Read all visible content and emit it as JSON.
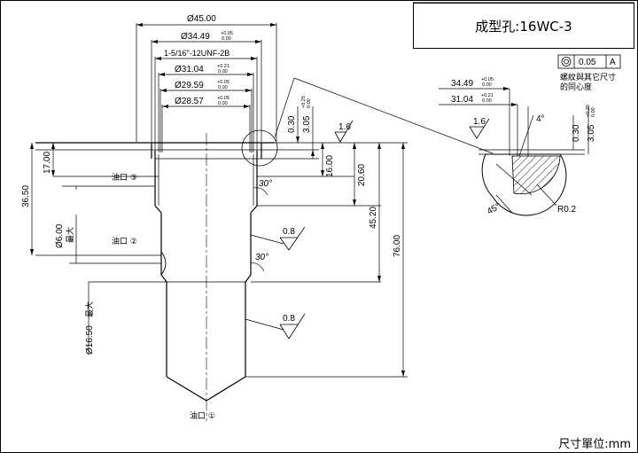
{
  "title_block": {
    "hole_label": "成型孔:16WC-3",
    "units_label": "尺寸單位:mm"
  },
  "dimensions": {
    "d_45_00": "Ø45.00",
    "d_34_49": {
      "value": "Ø34.49",
      "upper": "+0.05",
      "lower": "0.00"
    },
    "thread": "1-5/16\"-12UNF-2B",
    "d_31_04": {
      "value": "Ø31.04",
      "upper": "+0.21",
      "lower": "0.00"
    },
    "d_29_59": {
      "value": "Ø29.59",
      "upper": "+0.05",
      "lower": "0.00"
    },
    "d_28_57": {
      "value": "Ø28.57",
      "upper": "+0.05",
      "lower": "0.00"
    },
    "v_0_30": "0.30",
    "v_3_05": {
      "value": "3.05",
      "upper": "+0.25",
      "lower": "0.00"
    },
    "v_17_00": "17.00",
    "v_36_50": "36.50",
    "v_16_00": "16.00",
    "v_20_60": "20.60",
    "v_45_20": "45.20",
    "v_76_00": "76.00",
    "d_6_00": "Ø6.00",
    "d_6_00_note": "最大",
    "d_16_50": "Ø16.50",
    "d_16_50_note": "最大",
    "angle_30_top": "30°",
    "angle_30_bottom": "30°",
    "angle_4": "4°",
    "angle_45": "45°",
    "radius": "R0.2"
  },
  "surface_finish": {
    "top": "1.6",
    "mid": "0.8",
    "low": "0.8",
    "detail": "1.6"
  },
  "oil_ports": {
    "port_1": "油口 ①",
    "port_2": "油口 ②",
    "port_3": "油口 ③"
  },
  "detail": {
    "d_34_49": {
      "value": "34.49",
      "upper": "+0.05",
      "lower": "0.00"
    },
    "d_31_04": {
      "value": "31.04",
      "upper": "+0.21",
      "lower": "0.00"
    },
    "v_0_30": "0.30",
    "v_3_05": {
      "value": "3.05",
      "upper": "+0.25",
      "lower": "0.00"
    },
    "tolerance_value": "0.05",
    "datum": "A",
    "note_line1": "螺紋與其它尺寸",
    "note_line2": "的同心度"
  }
}
